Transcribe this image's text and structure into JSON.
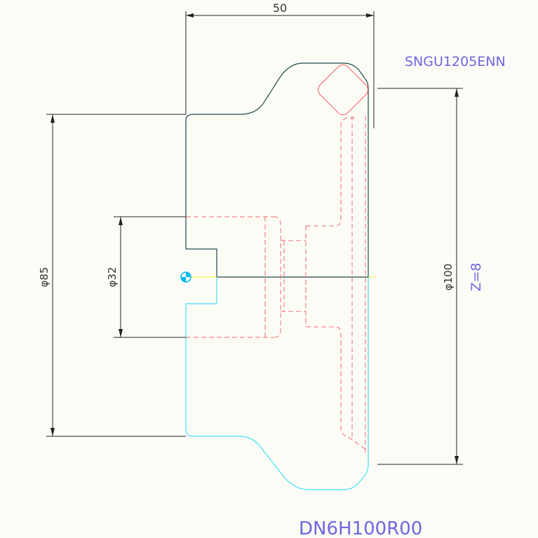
{
  "drawing": {
    "background": "#fcfcf7",
    "colors": {
      "outline_upper": "#1f4a4a",
      "outline_lower": "#3fe0f5",
      "hidden_lines": "#f06a6a",
      "dimension": "#222222",
      "annotation": "#6b67e0",
      "centerline": "#f2f22a",
      "origin_marker": "#00b8f0"
    },
    "dimensions": {
      "width": "50",
      "dia_outer": "φ85",
      "dia_bore": "φ32",
      "dia_cutter": "φ100"
    },
    "annotations": {
      "insert": "SNGU1205ENN",
      "teeth": "Z=8",
      "part_number": "DN6H100R00"
    }
  }
}
